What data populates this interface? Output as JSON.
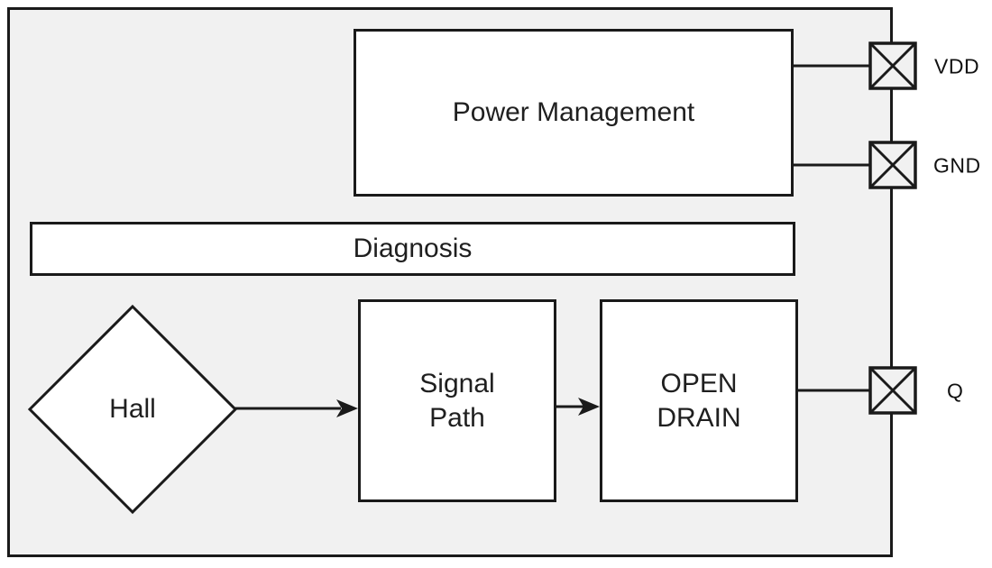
{
  "diagram": {
    "type": "functional-block-diagram",
    "blocks": {
      "power_management": "Power Management",
      "diagnosis": "Diagnosis",
      "hall": "Hall",
      "signal_path_line1": "Signal",
      "signal_path_line2": "Path",
      "open_drain_line1": "OPEN",
      "open_drain_line2": "DRAIN"
    },
    "pins": [
      {
        "name": "VDD"
      },
      {
        "name": "GND"
      },
      {
        "name": "Q"
      }
    ],
    "connections": [
      {
        "from": "power_management",
        "to": "VDD",
        "style": "line"
      },
      {
        "from": "power_management",
        "to": "GND",
        "style": "line"
      },
      {
        "from": "hall",
        "to": "signal_path",
        "style": "arrow"
      },
      {
        "from": "signal_path",
        "to": "open_drain",
        "style": "arrow"
      },
      {
        "from": "open_drain",
        "to": "Q",
        "style": "line"
      }
    ],
    "colors": {
      "chip_fill": "#f1f1f1",
      "block_fill": "#ffffff",
      "line": "#1a1a1a",
      "text": "#1f1f1f",
      "background": "#ffffff"
    }
  }
}
